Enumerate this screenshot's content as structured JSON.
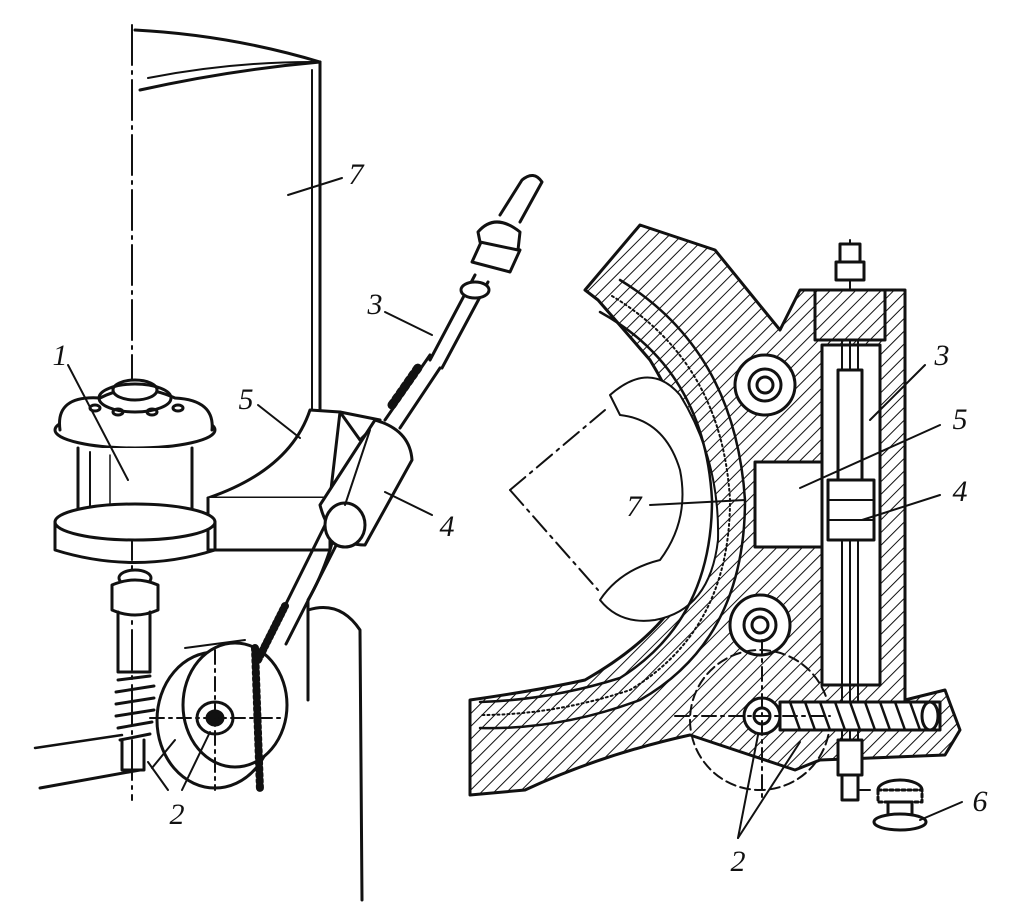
{
  "callouts": {
    "left": {
      "n1": "1",
      "n2": "2",
      "n3": "3",
      "n4": "4",
      "n5": "5",
      "n7": "7"
    },
    "right": {
      "n2": "2",
      "n3": "3",
      "n4": "4",
      "n5": "5",
      "n6": "6",
      "n7": "7"
    }
  },
  "colors": {
    "ink": "#111111",
    "paper": "#ffffff"
  }
}
